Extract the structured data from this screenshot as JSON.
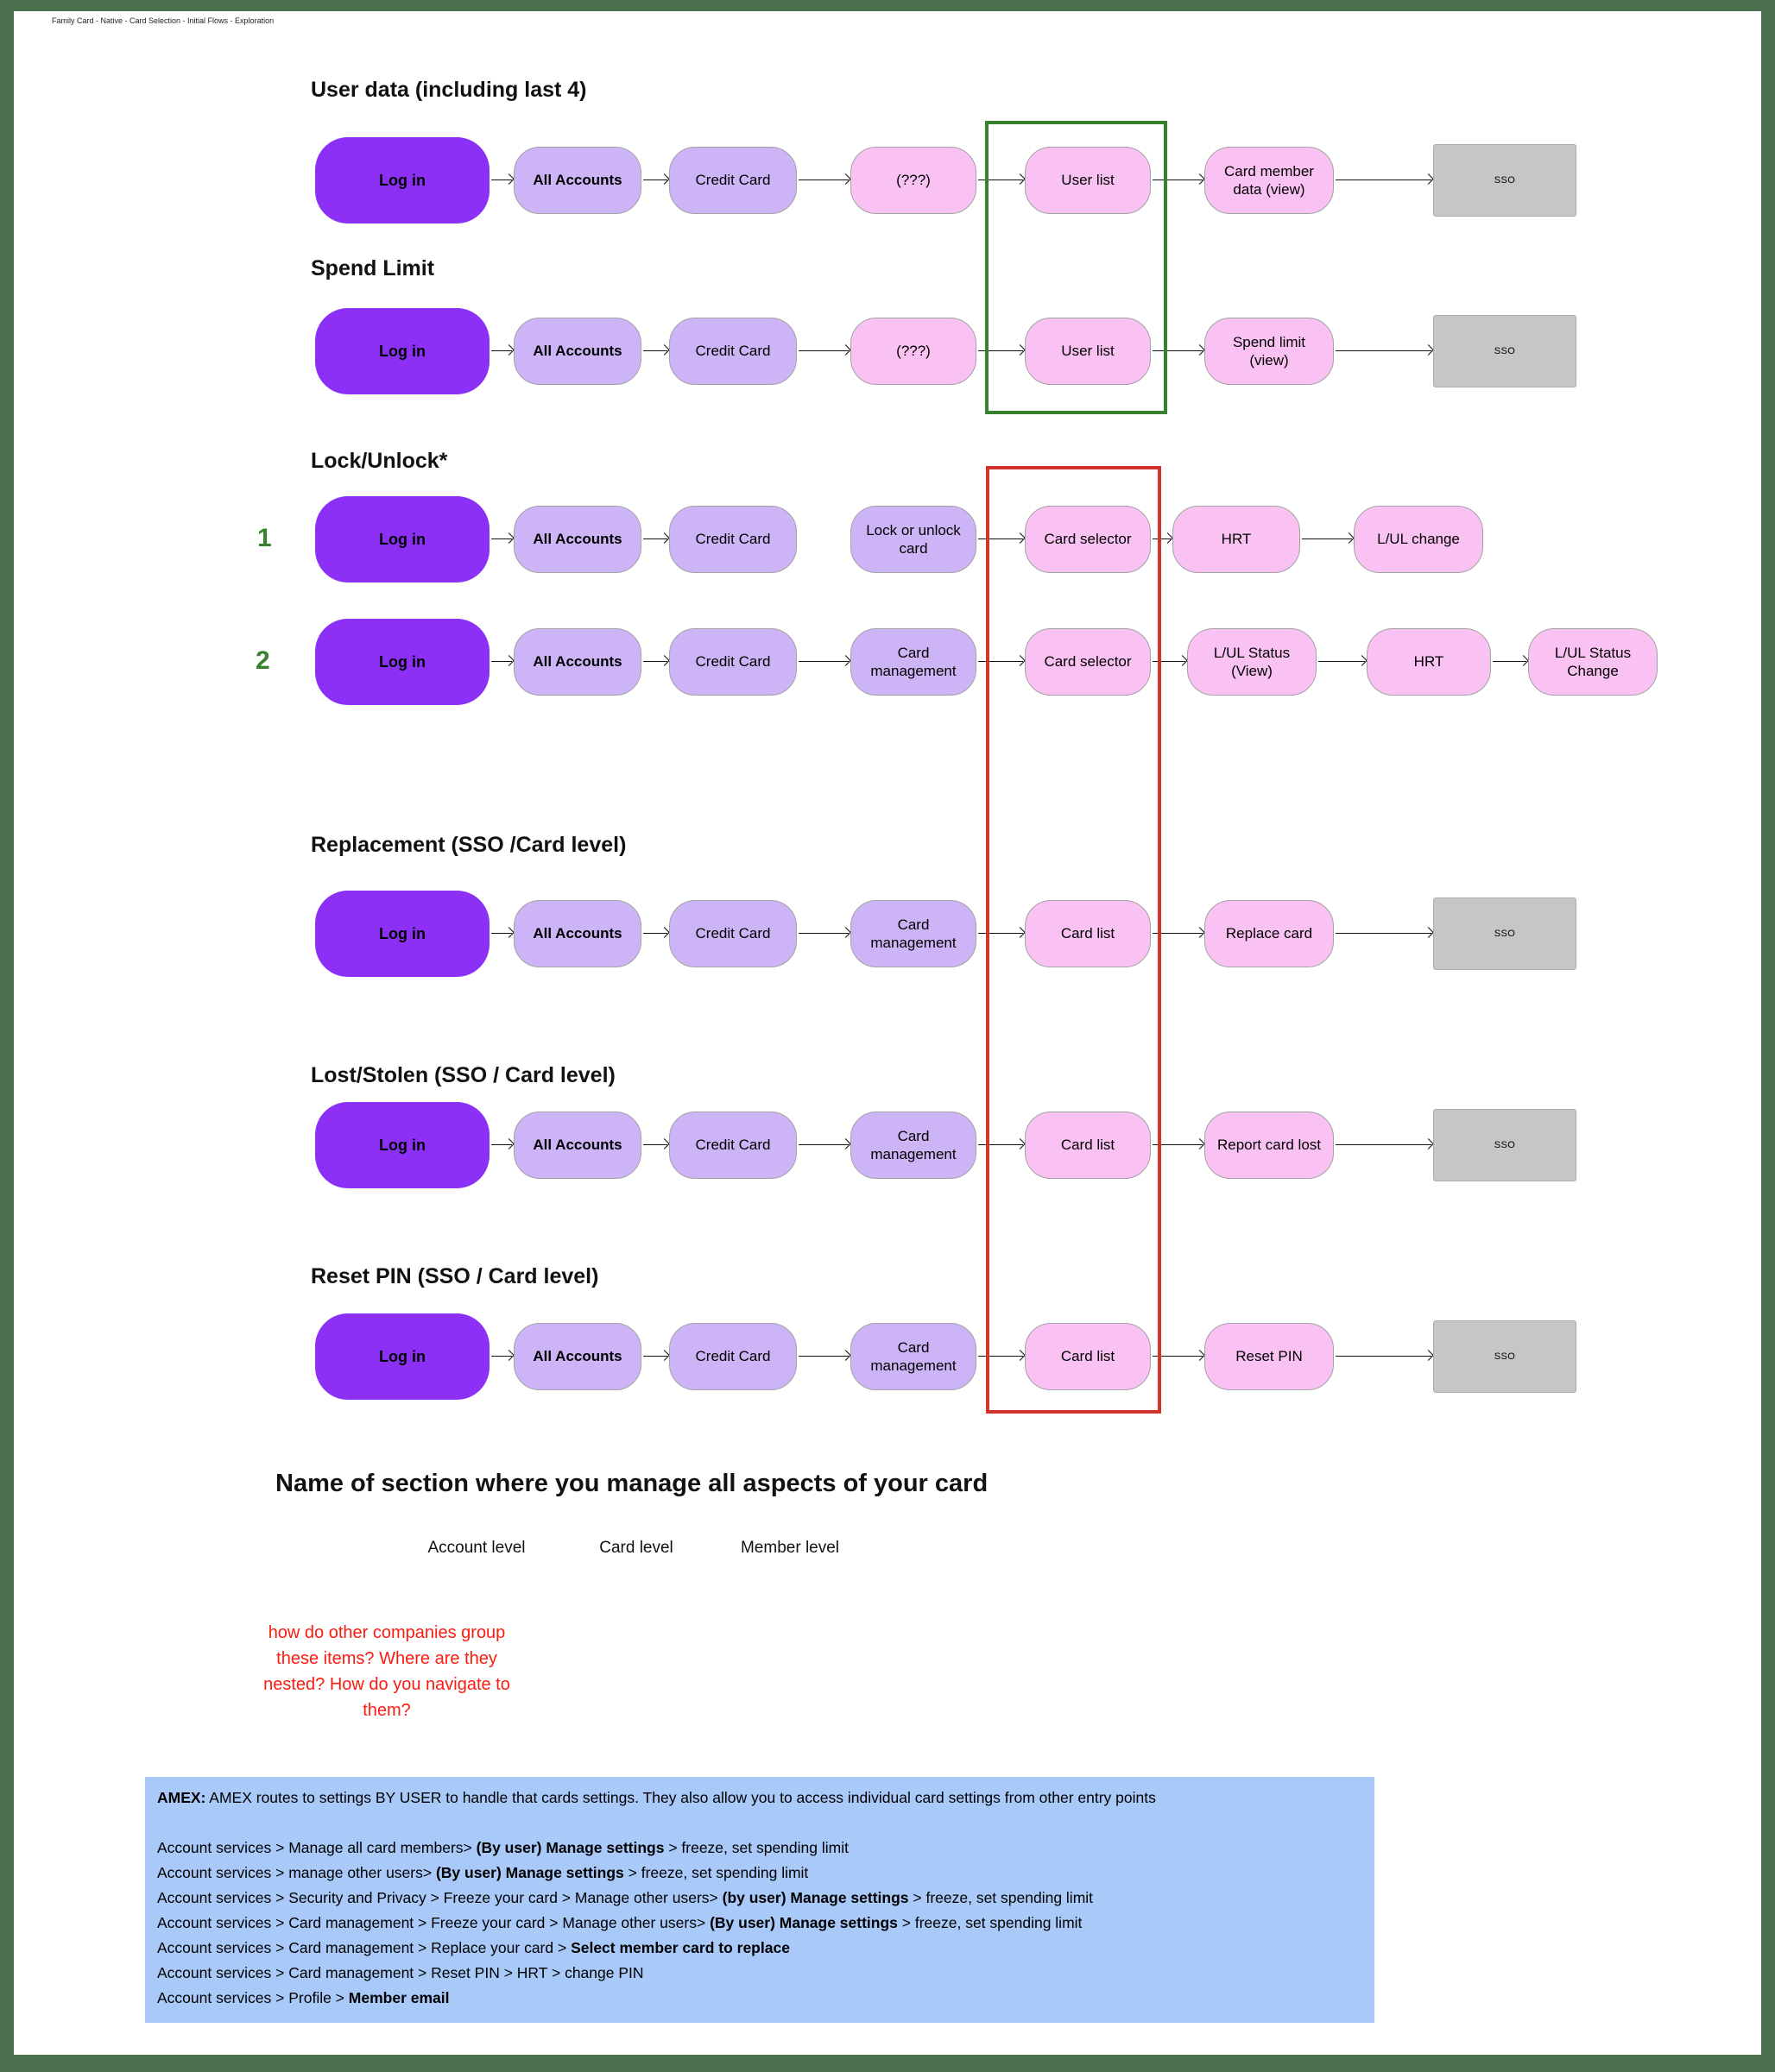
{
  "file_title": "Family Card - Native - Card Selection - Initial Flows - Exploration",
  "colors": {
    "frame_green": "#4A7050",
    "login_purple": "#8C30F5",
    "node_lavender": "#CDB4F6",
    "node_pink": "#F9C2F3",
    "sso_gray": "#C6C6C6",
    "highlight_green": "#37812F",
    "highlight_red": "#D0342C",
    "note_blue": "#A9C9F9",
    "question_red": "#FB1B10"
  },
  "flows": [
    {
      "id": "user-data",
      "heading": "User data (including last 4)",
      "nodes": [
        "Log in",
        "All Accounts",
        "Credit Card",
        "(???)",
        "User list",
        "Card member data (view)",
        "SSO"
      ]
    },
    {
      "id": "spend-limit",
      "heading": "Spend Limit",
      "nodes": [
        "Log in",
        "All Accounts",
        "Credit Card",
        "(???)",
        "User list",
        "Spend limit (view)",
        "SSO"
      ]
    },
    {
      "id": "lock-unlock-1",
      "heading": "Lock/Unlock*",
      "number": "1",
      "nodes": [
        "Log in",
        "All Accounts",
        "Credit Card",
        "Lock or unlock card",
        "Card selector",
        "HRT",
        "L/UL change"
      ]
    },
    {
      "id": "lock-unlock-2",
      "number": "2",
      "nodes": [
        "Log in",
        "All Accounts",
        "Credit Card",
        "Card management",
        "Card selector",
        "L/UL Status (View)",
        "HRT",
        "L/UL Status Change"
      ]
    },
    {
      "id": "replacement",
      "heading": "Replacement (SSO /Card level)",
      "nodes": [
        "Log in",
        "All Accounts",
        "Credit Card",
        "Card management",
        "Card list",
        "Replace card",
        "SSO"
      ]
    },
    {
      "id": "lost-stolen",
      "heading": "Lost/Stolen (SSO / Card level)",
      "nodes": [
        "Log in",
        "All Accounts",
        "Credit Card",
        "Card management",
        "Card list",
        "Report card lost",
        "SSO"
      ]
    },
    {
      "id": "reset-pin",
      "heading": "Reset PIN (SSO / Card level)",
      "nodes": [
        "Log in",
        "All Accounts",
        "Credit Card",
        "Card management",
        "Card list",
        "Reset PIN",
        "SSO"
      ]
    }
  ],
  "bottom": {
    "heading": "Name of section where you manage all aspects of your card",
    "levels": [
      "Account level",
      "Card level",
      "Member level"
    ],
    "question": "how do other companies group these items? Where are they nested? How do you navigate to them?"
  },
  "amex": {
    "intro": [
      {
        "t": "AMEX:",
        "b": true
      },
      {
        "t": " AMEX routes to settings BY USER to handle that cards settings. They also allow you to access individual card settings from other entry points"
      }
    ],
    "lines": [
      [
        {
          "t": "Account services > Manage all card members> "
        },
        {
          "t": "(By user) Manage settings",
          "b": true
        },
        {
          "t": " > freeze, set spending limit"
        }
      ],
      [
        {
          "t": "Account services > manage other users> "
        },
        {
          "t": "(By user) Manage settings",
          "b": true
        },
        {
          "t": " > freeze, set spending limit"
        }
      ],
      [
        {
          "t": "Account services > Security and Privacy > Freeze your card > Manage other users> "
        },
        {
          "t": "(by user) Manage settings",
          "b": true
        },
        {
          "t": " > freeze, set spending limit"
        }
      ],
      [
        {
          "t": "Account services > Card management > Freeze your card > Manage other users> "
        },
        {
          "t": "(By user) Manage settings",
          "b": true
        },
        {
          "t": " > freeze, set spending limit"
        }
      ],
      [
        {
          "t": "Account services > Card management > Replace your card > "
        },
        {
          "t": "Select member card to replace",
          "b": true
        }
      ],
      [
        {
          "t": "Account services > Card management > Reset PIN > HRT > change PIN"
        }
      ],
      [
        {
          "t": "Account services > Profile > "
        },
        {
          "t": "Member email",
          "b": true
        }
      ]
    ]
  }
}
